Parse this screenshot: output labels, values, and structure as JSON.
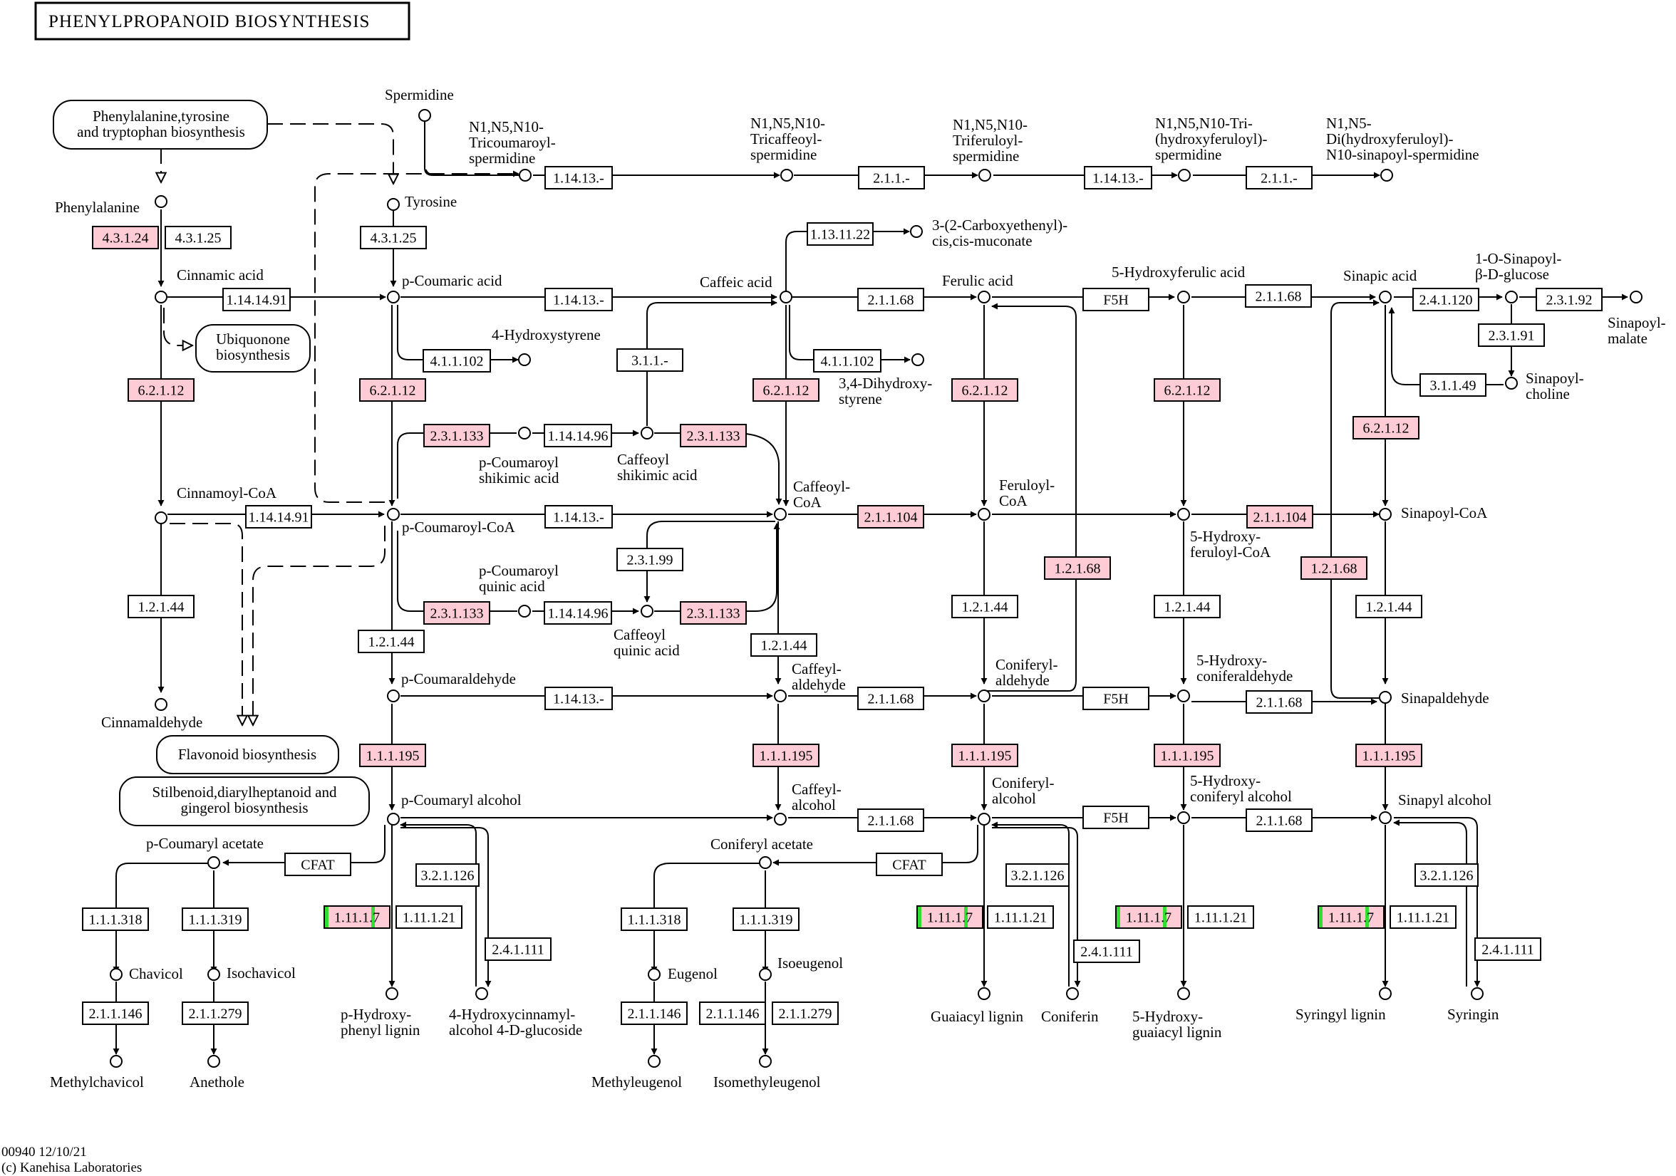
{
  "title": "PHENYLPROPANOID BIOSYNTHESIS",
  "footer": {
    "code": "00940 12/10/21",
    "copyright": "(c) Kanehisa Laboratories"
  },
  "colors": {
    "highlight": "#ffccd5",
    "marker": "#33dd33",
    "line": "#000000",
    "background": "#ffffff"
  },
  "maps": [
    {
      "id": "m1",
      "lines": [
        "Phenylalanine,tyrosine",
        "and tryptophan biosynthesis"
      ]
    },
    {
      "id": "m2",
      "lines": [
        "Ubiquonone",
        "biosynthesis"
      ]
    },
    {
      "id": "m3",
      "lines": [
        "Flavonoid biosynthesis"
      ]
    },
    {
      "id": "m4",
      "lines": [
        "Stilbenoid,diarylheptanoid and",
        "gingerol biosynthesis"
      ]
    }
  ],
  "compounds": [
    {
      "id": "phe",
      "lines": [
        "Phenylalanine"
      ]
    },
    {
      "id": "tyr",
      "lines": [
        "Tyrosine"
      ]
    },
    {
      "id": "spd",
      "lines": [
        "Spermidine"
      ]
    },
    {
      "id": "cin",
      "lines": [
        "Cinnamic acid"
      ]
    },
    {
      "id": "pca",
      "lines": [
        "p-Coumaric acid"
      ]
    },
    {
      "id": "caf",
      "lines": [
        "Caffeic acid"
      ]
    },
    {
      "id": "fer",
      "lines": [
        "Ferulic acid"
      ]
    },
    {
      "id": "hfer",
      "lines": [
        "5-Hydroxyferulic acid"
      ]
    },
    {
      "id": "sin",
      "lines": [
        "Sinapic acid"
      ]
    },
    {
      "id": "sglc",
      "lines": [
        "1-O-Sinapoyl-",
        "β-D-glucose"
      ]
    },
    {
      "id": "smal",
      "lines": [
        "Sinapoyl-",
        "malate"
      ]
    },
    {
      "id": "scho",
      "lines": [
        "Sinapoyl-",
        "choline"
      ]
    },
    {
      "id": "ccm",
      "lines": [
        "3-(2-Carboxyethenyl)-",
        "cis,cis-muconate"
      ]
    },
    {
      "id": "hsty",
      "lines": [
        "4-Hydroxystyrene"
      ]
    },
    {
      "id": "dhsty",
      "lines": [
        "3,4-Dihydroxy-",
        "styrene"
      ]
    },
    {
      "id": "tcs",
      "lines": [
        "N1,N5,N10-",
        "Tricoumaroyl-",
        "spermidine"
      ]
    },
    {
      "id": "tcafs",
      "lines": [
        "N1,N5,N10-",
        "Tricaffeoyl-",
        "spermidine"
      ]
    },
    {
      "id": "tfs",
      "lines": [
        "N1,N5,N10-",
        "Triferuloyl-",
        "spermidine"
      ]
    },
    {
      "id": "thfs",
      "lines": [
        "N1,N5,N10-Tri-",
        "(hydroxyferuloyl)-",
        "spermidine"
      ]
    },
    {
      "id": "dhfs",
      "lines": [
        "N1,N5-",
        "Di(hydroxyferuloyl)-",
        "N10-sinapoyl-spermidine"
      ]
    },
    {
      "id": "cincoa",
      "lines": [
        "Cinnamoyl-CoA"
      ]
    },
    {
      "id": "pcoa",
      "lines": [
        "p-Coumaroyl-CoA"
      ]
    },
    {
      "id": "cafcoa",
      "lines": [
        "Caffeoyl-",
        "CoA"
      ]
    },
    {
      "id": "fercoa",
      "lines": [
        "Feruloyl-",
        "CoA"
      ]
    },
    {
      "id": "hfercoa",
      "lines": [
        "5-Hydroxy-",
        "feruloyl-CoA"
      ]
    },
    {
      "id": "sincoa",
      "lines": [
        "Sinapoyl-CoA"
      ]
    },
    {
      "id": "pcsa",
      "lines": [
        "p-Coumaroyl",
        "shikimic acid"
      ]
    },
    {
      "id": "cfsa",
      "lines": [
        "Caffeoyl",
        "shikimic acid"
      ]
    },
    {
      "id": "pcqa",
      "lines": [
        "p-Coumaroyl",
        "quinic acid"
      ]
    },
    {
      "id": "cfqa",
      "lines": [
        "Caffeoyl",
        "quinic acid"
      ]
    },
    {
      "id": "cinald",
      "lines": [
        "Cinnamaldehyde"
      ]
    },
    {
      "id": "pcald",
      "lines": [
        "p-Coumaraldehyde"
      ]
    },
    {
      "id": "cafald",
      "lines": [
        "Caffeyl-",
        "aldehyde"
      ]
    },
    {
      "id": "conald",
      "lines": [
        "Coniferyl-",
        "aldehyde"
      ]
    },
    {
      "id": "hconald",
      "lines": [
        "5-Hydroxy-",
        "coniferaldehyde"
      ]
    },
    {
      "id": "sinald",
      "lines": [
        "Sinapaldehyde"
      ]
    },
    {
      "id": "pcalc",
      "lines": [
        "p-Coumaryl alcohol"
      ]
    },
    {
      "id": "cafalc",
      "lines": [
        "Caffeyl-",
        "alcohol"
      ]
    },
    {
      "id": "conalc",
      "lines": [
        "Coniferyl-",
        "alcohol"
      ]
    },
    {
      "id": "hconalc",
      "lines": [
        "5-Hydroxy-",
        "coniferyl alcohol"
      ]
    },
    {
      "id": "sinalc",
      "lines": [
        "Sinapyl alcohol"
      ]
    },
    {
      "id": "pcac",
      "lines": [
        "p-Coumaryl acetate"
      ]
    },
    {
      "id": "conac",
      "lines": [
        "Coniferyl acetate"
      ]
    },
    {
      "id": "chav",
      "lines": [
        "Chavicol"
      ]
    },
    {
      "id": "isochav",
      "lines": [
        "Isochavicol"
      ]
    },
    {
      "id": "mchav",
      "lines": [
        "Methylchavicol"
      ]
    },
    {
      "id": "anet",
      "lines": [
        "Anethole"
      ]
    },
    {
      "id": "eug",
      "lines": [
        "Eugenol"
      ]
    },
    {
      "id": "isoeug",
      "lines": [
        "Isoeugenol"
      ]
    },
    {
      "id": "meug",
      "lines": [
        "Methyleugenol"
      ]
    },
    {
      "id": "imeug",
      "lines": [
        "Isomethyleugenol"
      ]
    },
    {
      "id": "hpl",
      "lines": [
        "p-Hydroxy-",
        "phenyl lignin"
      ]
    },
    {
      "id": "hcg",
      "lines": [
        "4-Hydroxycinnamyl-",
        "alcohol 4-D-glucoside"
      ]
    },
    {
      "id": "gl",
      "lines": [
        "Guaiacyl lignin"
      ]
    },
    {
      "id": "conif",
      "lines": [
        "Coniferin"
      ]
    },
    {
      "id": "hgl",
      "lines": [
        "5-Hydroxy-",
        "guaiacyl lignin"
      ]
    },
    {
      "id": "sl",
      "lines": [
        "Syringyl lignin"
      ]
    },
    {
      "id": "syr",
      "lines": [
        "Syringin"
      ]
    }
  ],
  "enzymes": [
    {
      "id": "e1",
      "label": "4.3.1.24",
      "hl": true
    },
    {
      "id": "e2",
      "label": "4.3.1.25",
      "hl": false
    },
    {
      "id": "e3",
      "label": "4.3.1.25",
      "hl": false
    },
    {
      "id": "e4",
      "label": "1.14.14.91",
      "hl": false
    },
    {
      "id": "e5",
      "label": "1.14.13.-",
      "hl": false
    },
    {
      "id": "e6",
      "label": "2.1.1.68",
      "hl": false
    },
    {
      "id": "e7",
      "label": "F5H",
      "hl": false
    },
    {
      "id": "e8",
      "label": "2.1.1.68",
      "hl": false
    },
    {
      "id": "e9",
      "label": "2.4.1.120",
      "hl": false
    },
    {
      "id": "e10",
      "label": "2.3.1.92",
      "hl": false
    },
    {
      "id": "e11",
      "label": "2.3.1.91",
      "hl": false
    },
    {
      "id": "e12",
      "label": "3.1.1.49",
      "hl": false
    },
    {
      "id": "e13",
      "label": "1.13.11.22",
      "hl": false
    },
    {
      "id": "e14",
      "label": "4.1.1.102",
      "hl": false
    },
    {
      "id": "e15",
      "label": "4.1.1.102",
      "hl": false
    },
    {
      "id": "e16",
      "label": "3.1.1.-",
      "hl": false
    },
    {
      "id": "e17",
      "label": "1.14.13.-",
      "hl": false
    },
    {
      "id": "e18",
      "label": "2.1.1.-",
      "hl": false
    },
    {
      "id": "e19",
      "label": "1.14.13.-",
      "hl": false
    },
    {
      "id": "e20",
      "label": "2.1.1.-",
      "hl": false
    },
    {
      "id": "e21",
      "label": "6.2.1.12",
      "hl": true
    },
    {
      "id": "e22",
      "label": "6.2.1.12",
      "hl": true
    },
    {
      "id": "e23",
      "label": "6.2.1.12",
      "hl": true
    },
    {
      "id": "e24",
      "label": "6.2.1.12",
      "hl": true
    },
    {
      "id": "e25",
      "label": "6.2.1.12",
      "hl": true
    },
    {
      "id": "e26",
      "label": "6.2.1.12",
      "hl": true
    },
    {
      "id": "e27",
      "label": "2.3.1.133",
      "hl": true
    },
    {
      "id": "e28",
      "label": "1.14.14.96",
      "hl": false
    },
    {
      "id": "e29",
      "label": "2.3.1.133",
      "hl": true
    },
    {
      "id": "e30",
      "label": "1.14.14.91",
      "hl": false
    },
    {
      "id": "e31",
      "label": "1.14.13.-",
      "hl": false
    },
    {
      "id": "e32",
      "label": "2.1.1.104",
      "hl": true
    },
    {
      "id": "e33",
      "label": "2.1.1.104",
      "hl": true
    },
    {
      "id": "e34",
      "label": "2.3.1.99",
      "hl": false
    },
    {
      "id": "e35",
      "label": "2.3.1.133",
      "hl": true
    },
    {
      "id": "e36",
      "label": "1.14.14.96",
      "hl": false
    },
    {
      "id": "e37",
      "label": "2.3.1.133",
      "hl": true
    },
    {
      "id": "e38",
      "label": "1.2.1.68",
      "hl": true
    },
    {
      "id": "e39",
      "label": "1.2.1.68",
      "hl": true
    },
    {
      "id": "e40",
      "label": "1.2.1.44",
      "hl": false
    },
    {
      "id": "e41",
      "label": "1.2.1.44",
      "hl": false
    },
    {
      "id": "e42",
      "label": "1.2.1.44",
      "hl": false
    },
    {
      "id": "e43",
      "label": "1.2.1.44",
      "hl": false
    },
    {
      "id": "e44",
      "label": "1.2.1.44",
      "hl": false
    },
    {
      "id": "e45",
      "label": "1.2.1.44",
      "hl": false
    },
    {
      "id": "e46",
      "label": "1.14.13.-",
      "hl": false
    },
    {
      "id": "e47",
      "label": "2.1.1.68",
      "hl": false
    },
    {
      "id": "e48",
      "label": "F5H",
      "hl": false
    },
    {
      "id": "e49",
      "label": "2.1.1.68",
      "hl": false
    },
    {
      "id": "e50",
      "label": "1.1.1.195",
      "hl": true
    },
    {
      "id": "e51",
      "label": "1.1.1.195",
      "hl": true
    },
    {
      "id": "e52",
      "label": "1.1.1.195",
      "hl": true
    },
    {
      "id": "e53",
      "label": "1.1.1.195",
      "hl": true
    },
    {
      "id": "e54",
      "label": "1.1.1.195",
      "hl": true
    },
    {
      "id": "e55",
      "label": "2.1.1.68",
      "hl": false
    },
    {
      "id": "e56",
      "label": "F5H",
      "hl": false
    },
    {
      "id": "e57",
      "label": "2.1.1.68",
      "hl": false
    },
    {
      "id": "e58",
      "label": "CFAT",
      "hl": false
    },
    {
      "id": "e59",
      "label": "CFAT",
      "hl": false
    },
    {
      "id": "e60",
      "label": "3.2.1.126",
      "hl": false
    },
    {
      "id": "e61",
      "label": "3.2.1.126",
      "hl": false
    },
    {
      "id": "e62",
      "label": "3.2.1.126",
      "hl": false
    },
    {
      "id": "e63",
      "label": "2.4.1.111",
      "hl": false
    },
    {
      "id": "e64",
      "label": "2.4.1.111",
      "hl": false
    },
    {
      "id": "e65",
      "label": "2.4.1.111",
      "hl": false
    },
    {
      "id": "e66",
      "label": "1.11.1.7",
      "hl": true,
      "marker": true
    },
    {
      "id": "e67",
      "label": "1.11.1.21",
      "hl": false
    },
    {
      "id": "e68",
      "label": "1.11.1.7",
      "hl": true,
      "marker": true
    },
    {
      "id": "e69",
      "label": "1.11.1.21",
      "hl": false
    },
    {
      "id": "e70",
      "label": "1.11.1.7",
      "hl": true,
      "marker": true
    },
    {
      "id": "e71",
      "label": "1.11.1.21",
      "hl": false
    },
    {
      "id": "e72",
      "label": "1.11.1.7",
      "hl": true,
      "marker": true
    },
    {
      "id": "e73",
      "label": "1.11.1.21",
      "hl": false
    },
    {
      "id": "e74",
      "label": "1.1.1.318",
      "hl": false
    },
    {
      "id": "e75",
      "label": "1.1.1.319",
      "hl": false
    },
    {
      "id": "e76",
      "label": "1.1.1.318",
      "hl": false
    },
    {
      "id": "e77",
      "label": "1.1.1.319",
      "hl": false
    },
    {
      "id": "e78",
      "label": "2.1.1.146",
      "hl": false
    },
    {
      "id": "e79",
      "label": "2.1.1.279",
      "hl": false
    },
    {
      "id": "e80",
      "label": "2.1.1.146",
      "hl": false
    },
    {
      "id": "e81",
      "label": "2.1.1.146",
      "hl": false
    },
    {
      "id": "e82",
      "label": "2.1.1.279",
      "hl": false
    }
  ]
}
